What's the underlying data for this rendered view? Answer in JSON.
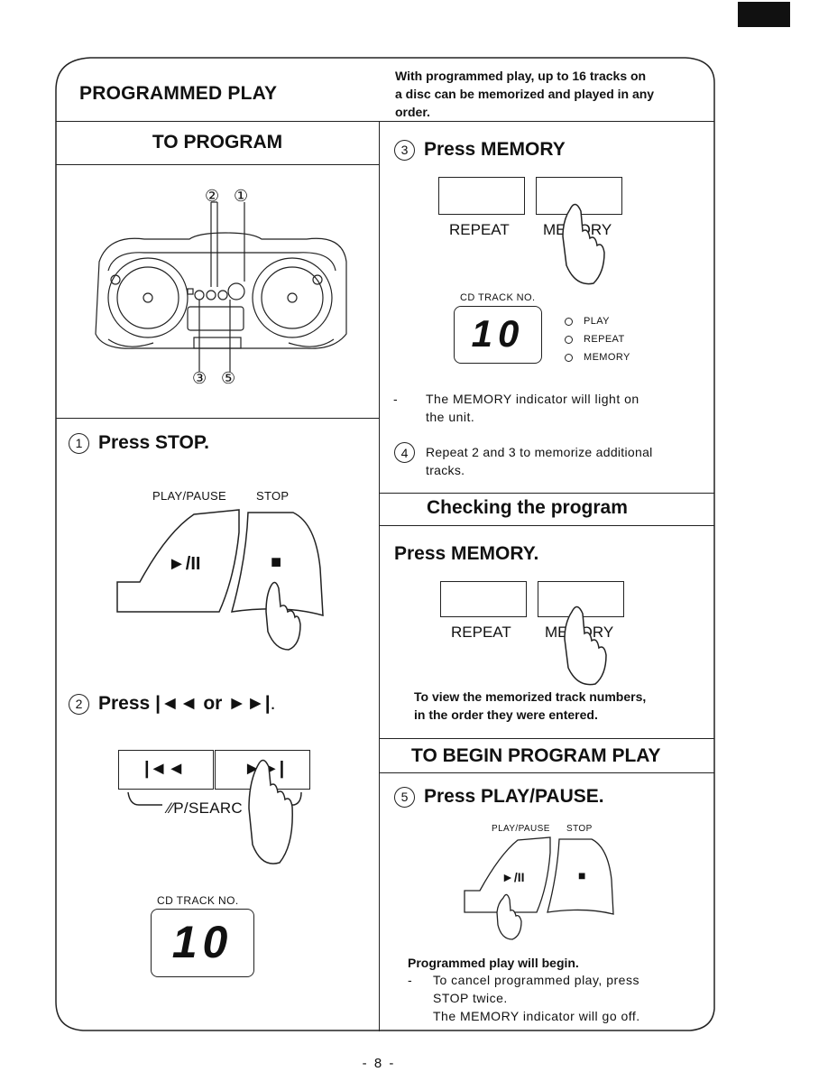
{
  "page": {
    "title": "PROGRAMMED PLAY",
    "intro": [
      "With programmed play, up to 16 tracks on",
      "a disc can be memorized and played in any",
      "order."
    ],
    "page_number": "- 8 -"
  },
  "left": {
    "section_title": "TO PROGRAM",
    "diagram_callouts": [
      "②",
      "①",
      "③",
      "⑤"
    ],
    "step1": {
      "number": "1",
      "title": "Press STOP.",
      "label_play": "PLAY/PAUSE",
      "label_stop": "STOP",
      "glyph_play": "►/II",
      "glyph_stop": "■"
    },
    "step2": {
      "number": "2",
      "title": "Press",
      "title_or": "or",
      "glyph_prev": "|◄◄",
      "glyph_next": "►►|",
      "title_end": ".",
      "label_skip": "⁄⁄P/SEARC",
      "display_label": "CD TRACK NO.",
      "display_value": "10"
    }
  },
  "right": {
    "step3": {
      "number": "3",
      "title": "Press MEMORY",
      "label_repeat": "REPEAT",
      "label_memory": "MEI  ORY",
      "display_label": "CD TRACK NO.",
      "display_value": "10",
      "indicators": [
        "PLAY",
        "REPEAT",
        "MEMORY"
      ],
      "note_dash": "-",
      "note": [
        "The MEMORY indicator will light on",
        "the unit."
      ]
    },
    "step4": {
      "number": "4",
      "text": [
        "Repeat 2 and 3 to memorize additional",
        "tracks."
      ]
    },
    "checking": {
      "title": "Checking the program",
      "press": "Press MEMORY.",
      "label_repeat": "REPEAT",
      "label_memory": "MEI  ORY",
      "note": [
        "To view the memorized track numbers,",
        "in the order they were entered."
      ]
    },
    "begin": {
      "title": "TO BEGIN PROGRAM PLAY"
    },
    "step5": {
      "number": "5",
      "title": "Press PLAY/PAUSE.",
      "label_play": "PLAY/PAUSE",
      "label_stop": "STOP",
      "glyph_play": "►/II",
      "glyph_stop": "■",
      "result": "Programmed play will begin.",
      "cancel_dash": "-",
      "cancel": [
        "To cancel programmed play, press",
        "STOP twice.",
        "The MEMORY indicator will go off."
      ]
    }
  }
}
